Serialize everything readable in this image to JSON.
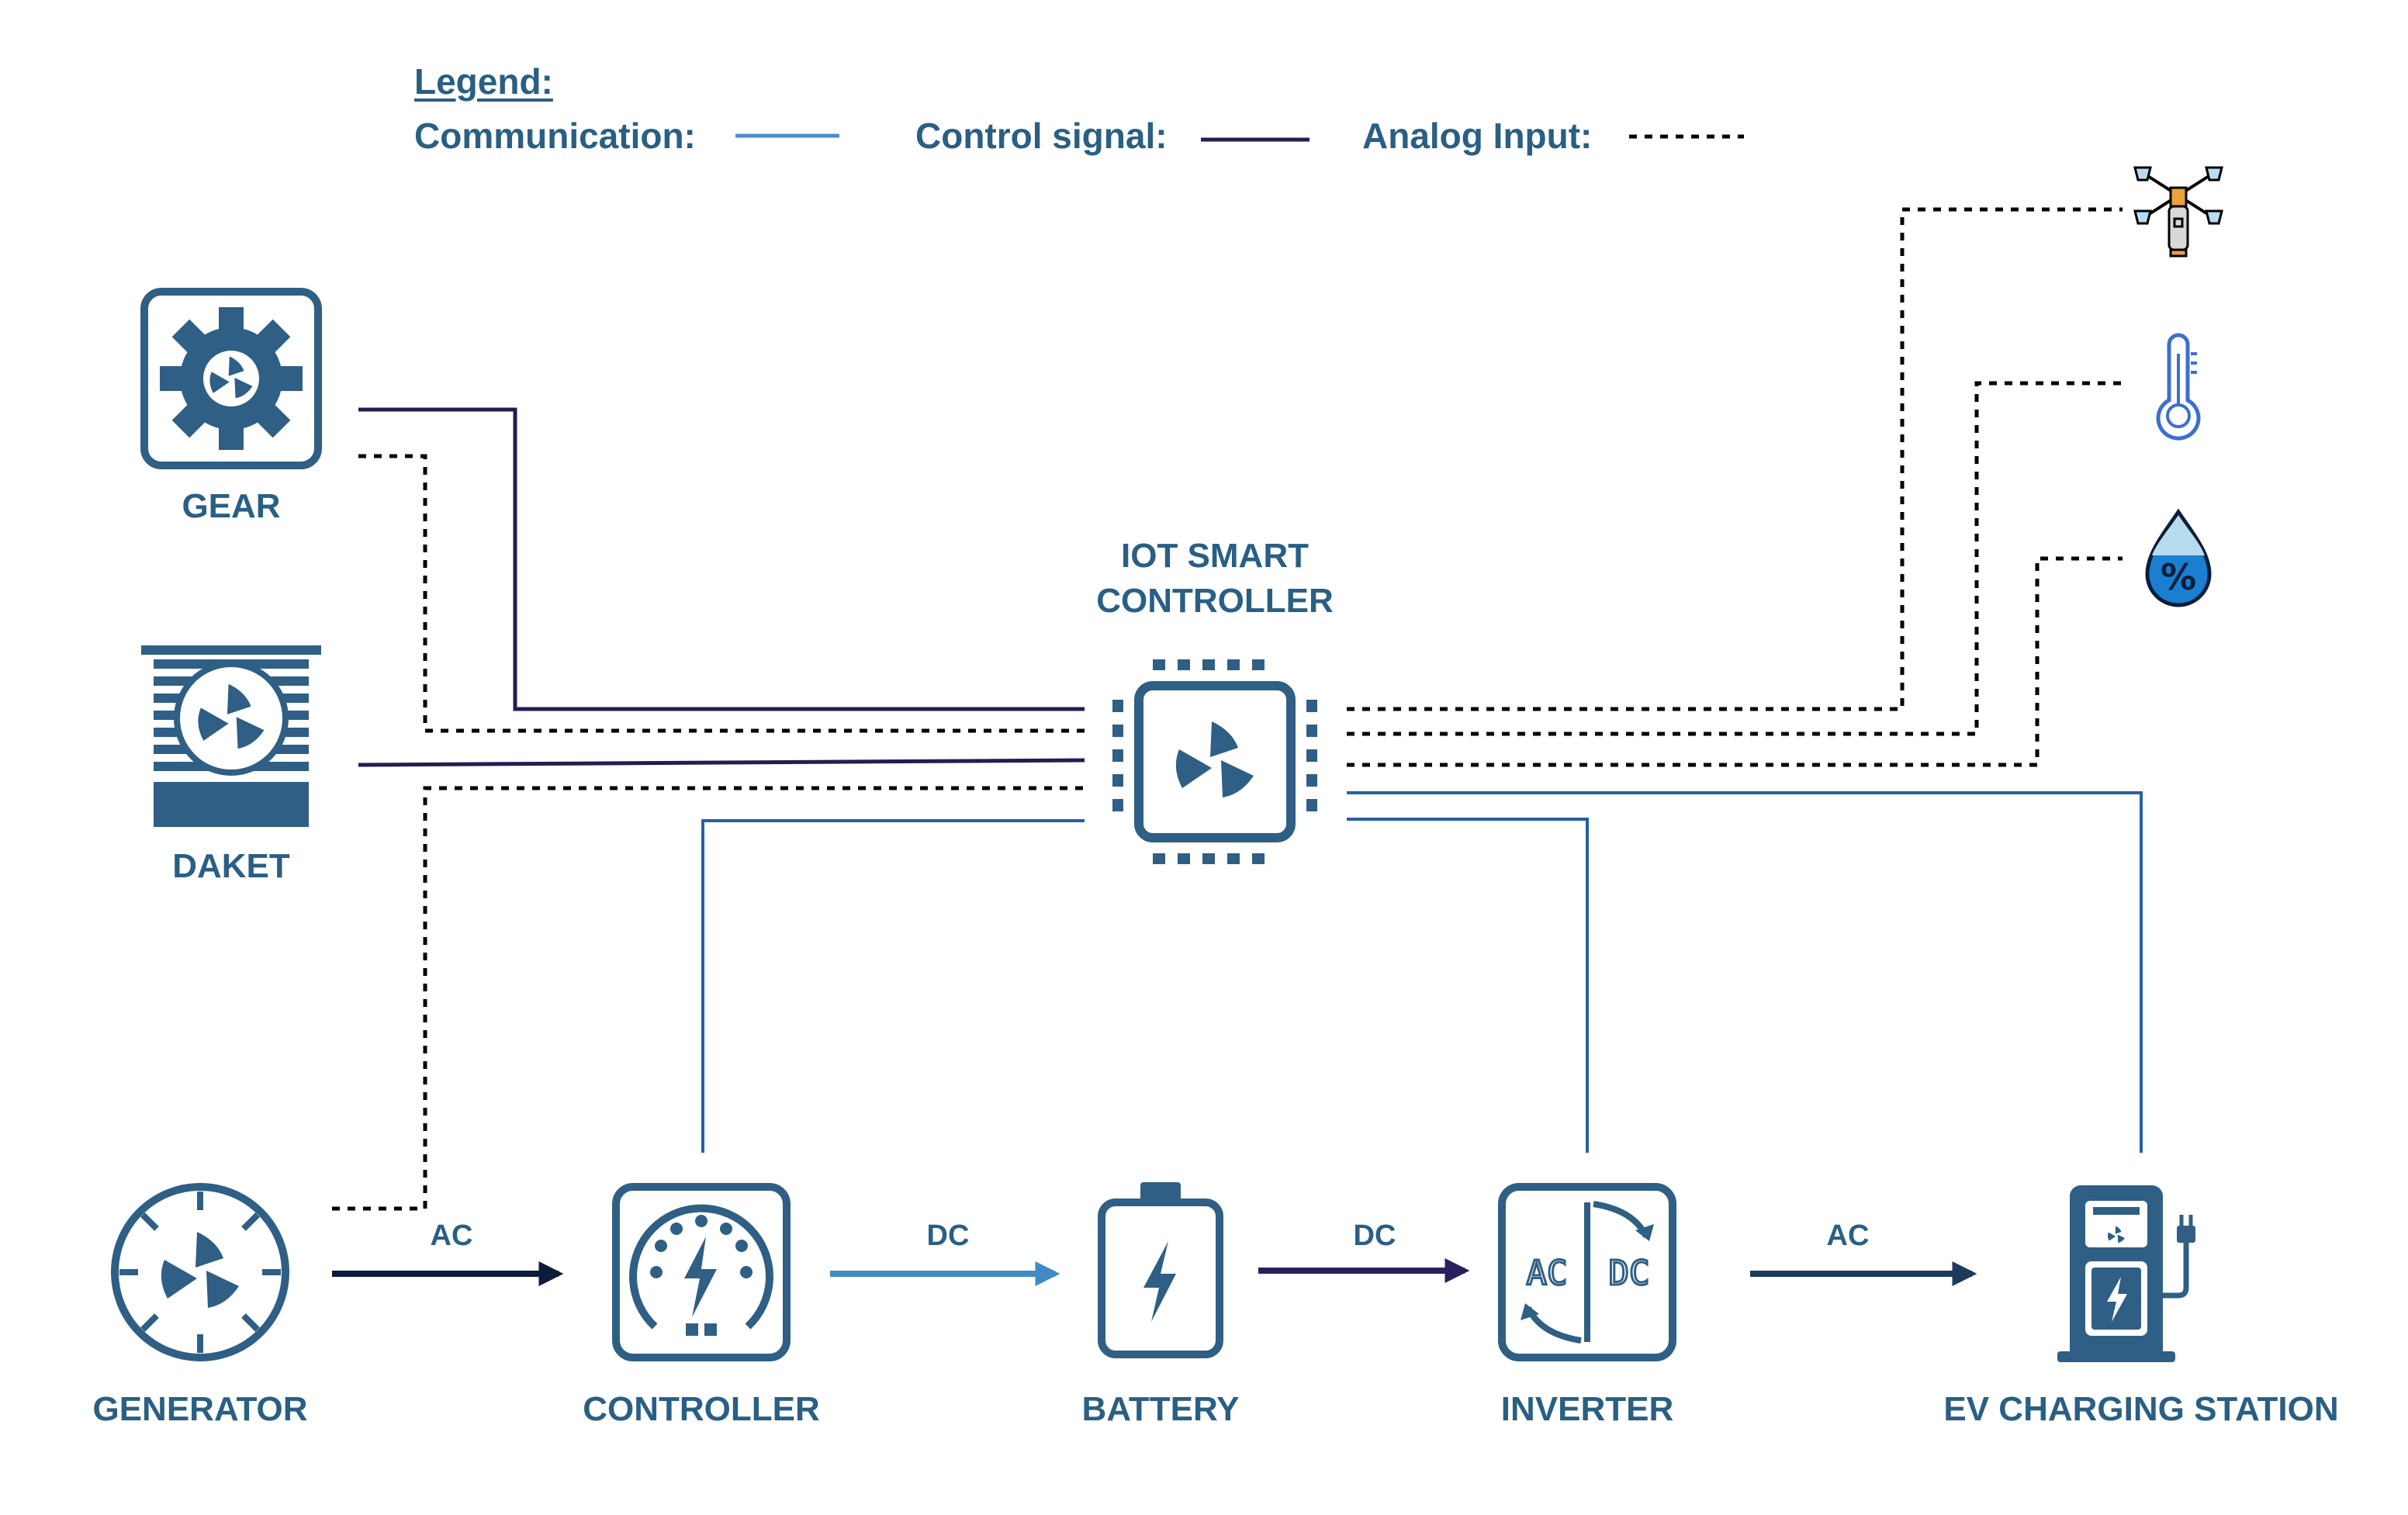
{
  "legend": {
    "title": "Legend:",
    "communication": "Communication:",
    "control_signal": "Control signal:",
    "analog_input": "Analog Input:"
  },
  "colors": {
    "primary": "#2f5f84",
    "label": "#2a5f84",
    "communication_line": "#2462a0",
    "communication_legend": "#4a90c8",
    "control_line": "#1f1f52",
    "analog_line": "#000000",
    "arrow_ac_1": "#0d1b3a",
    "arrow_dc_1": "#3f8bc4",
    "arrow_dc_2": "#2a1f5c",
    "arrow_ac_2": "#1e3a5a",
    "humidity_fill": "#1a7fd1",
    "thermometer": "#3d6fd1"
  },
  "nodes": {
    "gear": {
      "label": "GEAR",
      "icon": "gear-icon"
    },
    "daket": {
      "label": "DAKET",
      "icon": "damper-icon"
    },
    "iot": {
      "line1": "IOT SMART",
      "line2": "CONTROLLER",
      "icon": "chip-icon"
    },
    "generator": {
      "label": "GENERATOR",
      "icon": "turbine-icon"
    },
    "controller": {
      "label": "CONTROLLER",
      "icon": "gauge-icon"
    },
    "battery": {
      "label": "BATTERY",
      "icon": "battery-icon"
    },
    "inverter": {
      "label": "INVERTER",
      "icon": "inverter-icon",
      "ac_text": "AC",
      "dc_text": "DC"
    },
    "ev": {
      "label": "EV CHARGING STATION",
      "icon": "ev-charger-icon"
    }
  },
  "sensors": [
    {
      "name": "weather-sensor-icon"
    },
    {
      "name": "thermometer-icon"
    },
    {
      "name": "humidity-icon",
      "symbol": "%"
    }
  ],
  "flows": [
    {
      "from": "GENERATOR",
      "to": "CONTROLLER",
      "label": "AC"
    },
    {
      "from": "CONTROLLER",
      "to": "BATTERY",
      "label": "DC"
    },
    {
      "from": "BATTERY",
      "to": "INVERTER",
      "label": "DC"
    },
    {
      "from": "INVERTER",
      "to": "EV CHARGING STATION",
      "label": "AC"
    }
  ]
}
